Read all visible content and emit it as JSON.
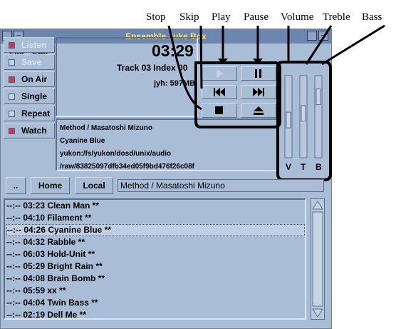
{
  "callouts": {
    "stop": "Stop",
    "skip": "Skip",
    "play": "Play",
    "pause": "Pause",
    "volume": "Volume",
    "treble": "Treble",
    "bass": "Bass"
  },
  "window": {
    "title": "Ensemble Juke Box",
    "minimize": "–",
    "maximize": "–"
  },
  "menu": {
    "file": "F",
    "file_rest": "ile",
    "edit": "E",
    "edit_rest": "dit"
  },
  "toggles": [
    {
      "label": "Listen",
      "checked": true,
      "enabled": false
    },
    {
      "label": "Save",
      "checked": false,
      "enabled": false
    },
    {
      "label": "On Air",
      "checked": true,
      "enabled": true
    },
    {
      "label": "Single",
      "checked": false,
      "enabled": true
    },
    {
      "label": "Repeat",
      "checked": false,
      "enabled": true
    },
    {
      "label": "Watch",
      "checked": true,
      "enabled": true
    }
  ],
  "display": {
    "time": "03:29",
    "track": "Track 03  Index 00",
    "disk": "jyh: 597MB"
  },
  "info": [
    "Method / Masatoshi Mizuno",
    "Cyanine Blue",
    "yukon:/fs/yukon/dosd/unix/audio",
    "/raw/83825097dfb34ed05f9bd476f26c08f"
  ],
  "sliders": {
    "volume": "V",
    "treble": "T",
    "bass": "B",
    "volume_level": 0.45,
    "treble_level": 0.55,
    "bass_level": 0.8
  },
  "nav": {
    "up": "..",
    "home": "Home",
    "local": "Local",
    "path": "Method / Masatoshi Mizuno"
  },
  "playlist": [
    {
      "text": "--:-- 03:23 Clean Man **",
      "selected": false
    },
    {
      "text": "--:-- 04:10 Filament **",
      "selected": false
    },
    {
      "text": "--:-- 04:26 Cyanine Blue **",
      "selected": true
    },
    {
      "text": "--:-- 04:32 Rabble **",
      "selected": false
    },
    {
      "text": "--:-- 06:03 Hold-Unit **",
      "selected": false
    },
    {
      "text": "--:-- 05:29 Bright Rain **",
      "selected": false
    },
    {
      "text": "--:-- 04:08 Brain Bomb **",
      "selected": false
    },
    {
      "text": "--:-- 05:59 xx **",
      "selected": false
    },
    {
      "text": "--:-- 04:04 Twin Bass **",
      "selected": false
    },
    {
      "text": "--:-- 02:19 Dell Me **",
      "selected": false
    }
  ],
  "colors": {
    "accent": "#f4e16a",
    "on": "#c43a58",
    "frame": "#a9bdd6"
  }
}
